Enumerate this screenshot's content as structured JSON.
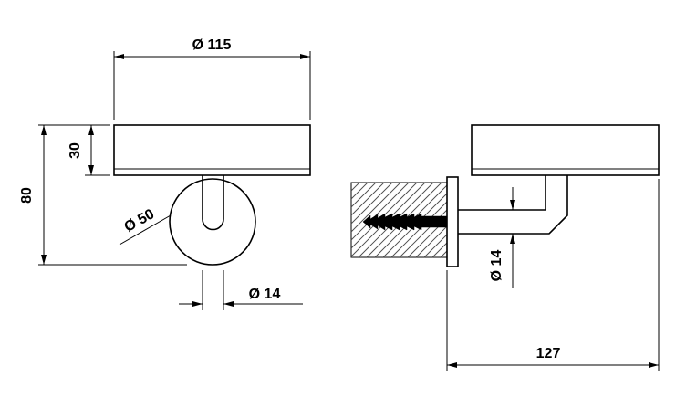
{
  "colors": {
    "line": "#000000",
    "background": "#ffffff",
    "hatch": "#4a4a4a"
  },
  "views": {
    "front": {
      "dims": {
        "width": "Ø 115",
        "dish_height": "30",
        "total_height": "80",
        "rosette": "Ø 50",
        "stem": "Ø 14"
      }
    },
    "side": {
      "dims": {
        "arm": "Ø 14",
        "depth": "127"
      }
    }
  }
}
